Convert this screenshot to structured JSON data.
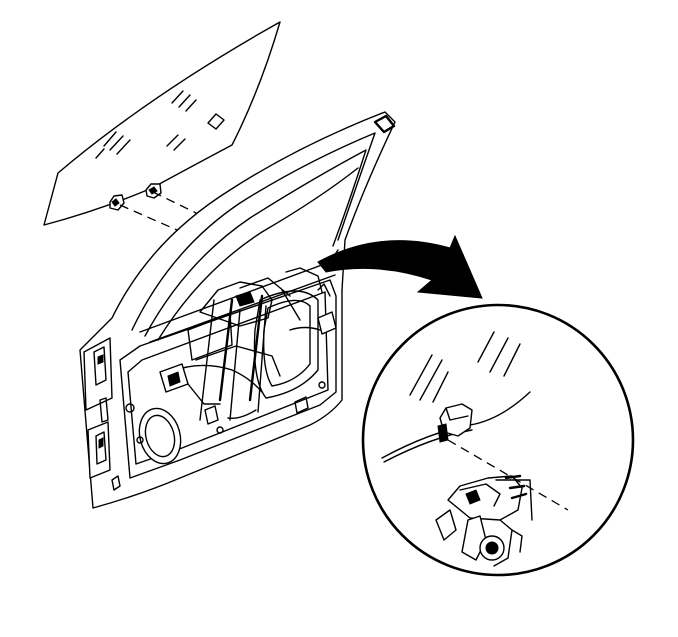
{
  "diagram": {
    "labels": [],
    "colors": {
      "stroke": "#000000",
      "background": "#ffffff"
    },
    "parts": [
      "door-glass",
      "door-frame",
      "window-regulator",
      "detail-view",
      "callout-arrow"
    ]
  }
}
